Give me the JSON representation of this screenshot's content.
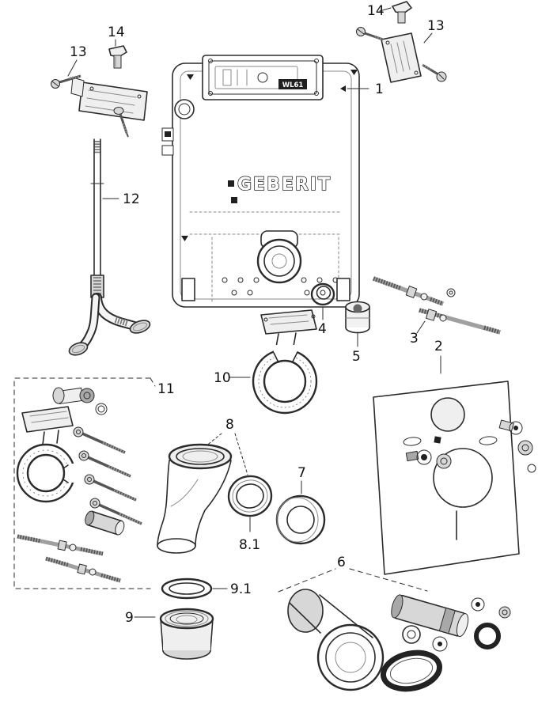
{
  "diagram": {
    "brand": "GEBERIT",
    "model_code": "WL61",
    "parts": {
      "p1": "1",
      "p2": "2",
      "p3": "3",
      "p4": "4",
      "p5": "5",
      "p6": "6",
      "p7": "7",
      "p8": "8",
      "p8_1": "8.1",
      "p9": "9",
      "p9_1": "9.1",
      "p10": "10",
      "p11": "11",
      "p12": "12",
      "p13": "13",
      "p14": "14"
    },
    "colors": {
      "line": "#2b2b2b",
      "light_fill": "#efefef",
      "mid_fill": "#d7d7d7",
      "dark_fill": "#8f8f8f",
      "rubber": "#1f1f1f",
      "background": "#ffffff"
    }
  }
}
